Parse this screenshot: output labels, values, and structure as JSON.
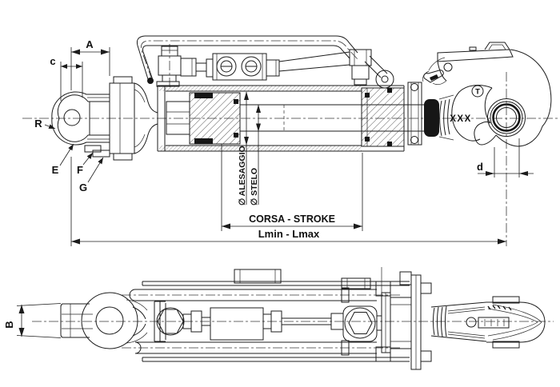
{
  "drawing": {
    "kind": "technical-drawing",
    "subject": "hydraulic top link cylinder with clevis and quick-hitch hook, side section and top view",
    "main_view": {
      "dim_A": "A",
      "dim_c": "c",
      "dim_R": "R",
      "dim_E": "E",
      "dim_F": "F",
      "dim_G": "G",
      "dim_d": "d",
      "bore_label": "∅ ALESAGGIO",
      "rod_label": "∅ STELO",
      "stroke_label": "CORSA - STROKE",
      "length_label": "Lmin - Lmax",
      "hook_marking": "XXX",
      "hook_symbol": "T"
    },
    "top_view": {
      "dim_B": "B"
    }
  }
}
